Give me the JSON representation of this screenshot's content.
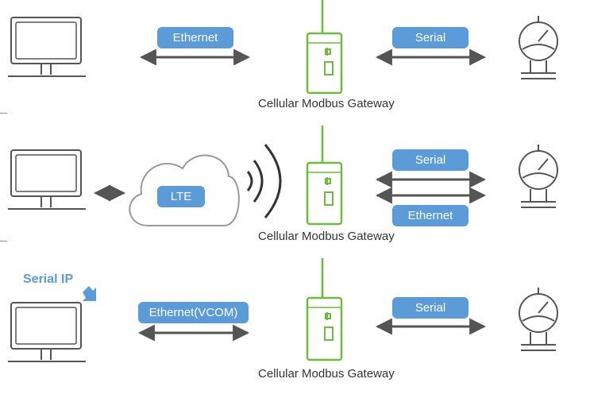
{
  "rows": [
    {
      "left_link": "Ethernet",
      "right_links": [
        "Serial"
      ],
      "gateway_caption": "Cellular Modbus Gateway"
    },
    {
      "cloud_label": "LTE",
      "right_links": [
        "Serial",
        "Ethernet"
      ],
      "gateway_caption": "Cellular Modbus Gateway"
    },
    {
      "callout": "Serial IP",
      "left_link": "Ethernet(VCOM)",
      "right_links": [
        "Serial"
      ],
      "gateway_caption": "Cellular Modbus Gateway"
    }
  ],
  "colors": {
    "line": "#555555",
    "pill": "#5b9bd8",
    "gateway": "#6cbd3c",
    "icon": "#555555",
    "cloud": "#999999",
    "callout": "#5b9bd8"
  },
  "icons": {
    "computer": "computer-monitor-icon",
    "gateway": "cellular-gateway-icon",
    "meter": "pressure-gauge-icon",
    "cloud": "cloud-icon",
    "signal": "wireless-signal-icon"
  }
}
